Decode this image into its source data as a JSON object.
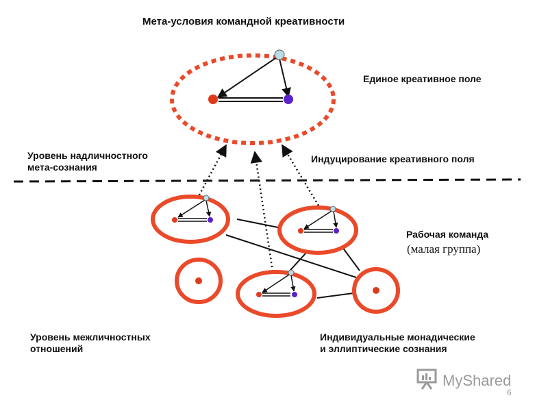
{
  "title": "Мета-условия командной креативности",
  "labels": {
    "unified_field": "Единое креативное поле",
    "supra_personal_line1": "Уровень надличностного",
    "supra_personal_line2": "мета-сознания",
    "inducing": "Индуцирование креативного поля",
    "work_team": "Рабочая команда",
    "small_group": "(малая группа)",
    "interpersonal_line1": "Уровень межличностных",
    "interpersonal_line2": "отношений",
    "individual_line1": "Индивидуальные монадические",
    "individual_line2": "и эллиптические сознания"
  },
  "watermark": {
    "brand": "MyShared",
    "page_number": "6"
  },
  "colors": {
    "ring": "#ea4a2a",
    "dashed_ellipse": "#ea4a2a",
    "node_red": "#e03a1c",
    "node_purple": "#5a22c8",
    "node_lightblue": "#b9dde6",
    "line": "#111111",
    "watermark": "#9a9a9a"
  }
}
